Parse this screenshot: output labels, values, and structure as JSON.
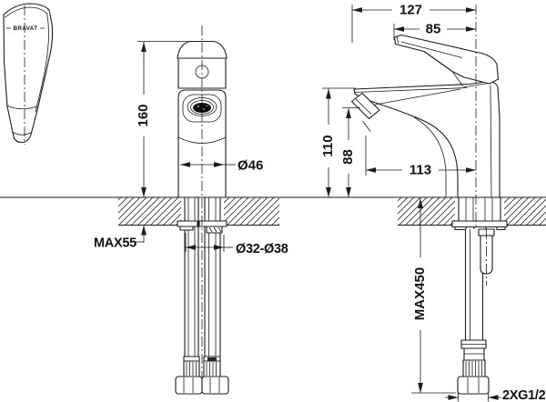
{
  "brand": {
    "logo_text": "BRAVAT"
  },
  "colors": {
    "line": "#1c1c1c",
    "background": "#ffffff",
    "aerator_fill": "#0d0d0d",
    "hatch": "#2e2e2e"
  },
  "dimensions": {
    "overall_height": "160",
    "body_diameter": "Ø46",
    "deck_max_thickness": "MAX55",
    "mounting_hole_diameter": "Ø32-Ø38",
    "total_depth": "127",
    "handle_projection": "85",
    "spout_top_height": "110",
    "aerator_height": "88",
    "spout_reach": "113",
    "hose_max_length": "MAX450",
    "connection_thread": "2XG1/2"
  }
}
